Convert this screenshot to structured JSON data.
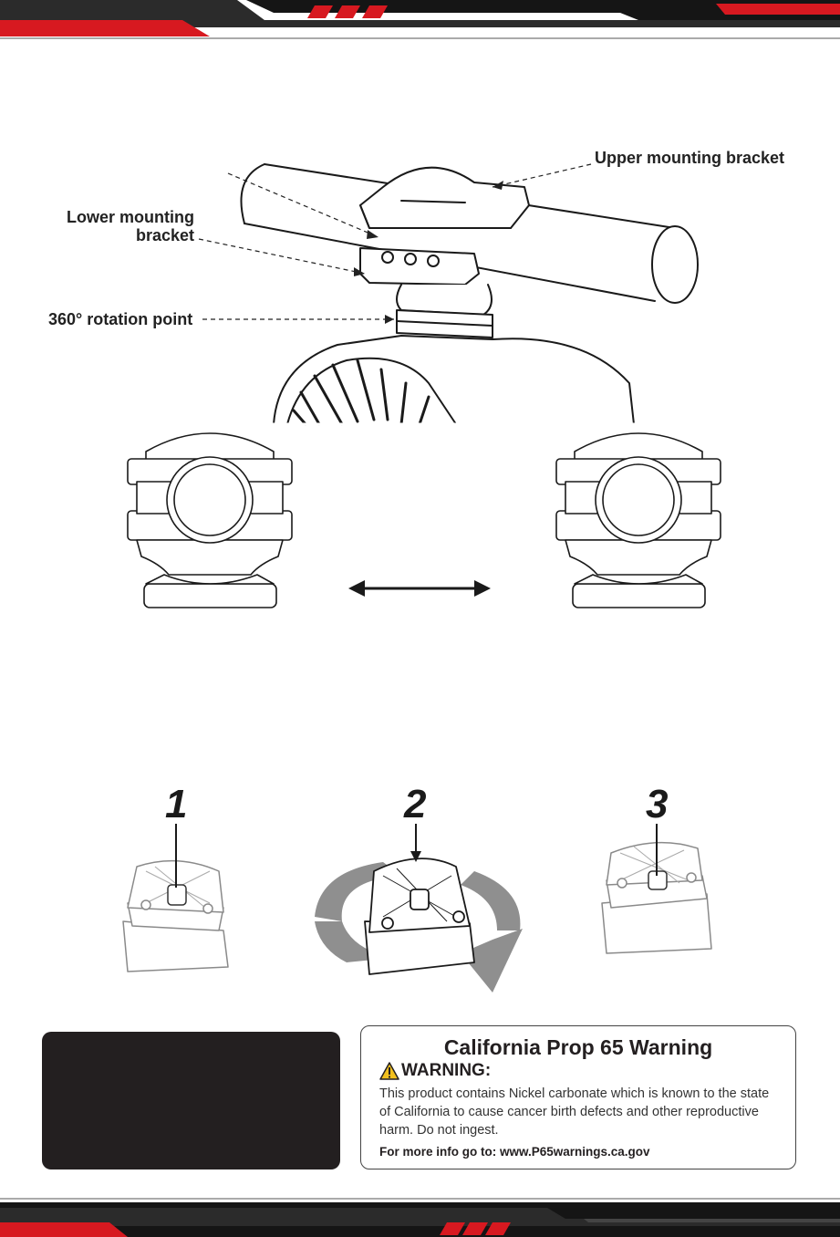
{
  "header": {
    "accent_color": "#d71920",
    "base_color": "#151515"
  },
  "diagram": {
    "callouts": {
      "upper": "Upper mounting bracket",
      "lower_line1": "Lower mounting",
      "lower_line2": "bracket",
      "rotation": "360° rotation point"
    },
    "icons": [
      "double-arrow-icon",
      "rotation-arrow-icon",
      "warning-triangle-icon"
    ]
  },
  "steps": [
    {
      "number": "1"
    },
    {
      "number": "2"
    },
    {
      "number": "3"
    }
  ],
  "warning": {
    "title": "California Prop 65 Warning",
    "heading": "WARNING:",
    "body": "This product contains Nickel carbonate which is known to the state of California to cause cancer birth defects and other reproductive harm. Do not ingest.",
    "link": "For more info go to: www.P65warnings.ca.gov",
    "triangle_color": "#f2c01e"
  }
}
